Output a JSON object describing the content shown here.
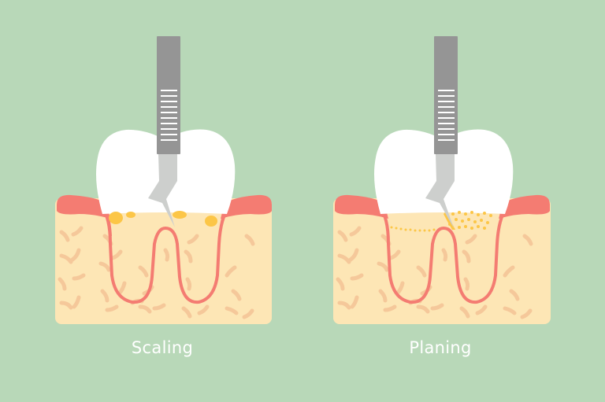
{
  "illustration": {
    "background_color": "#b8d8b8",
    "panels": [
      {
        "id": "scaling",
        "label": "Scaling",
        "colors": {
          "bone": "#fde6b5",
          "bone_dash": "#f5c89a",
          "gum": "#f47c72",
          "tooth": "#ffffff",
          "calculus": "#fcc647",
          "handle": "#959595",
          "tip": "#cdcfcd",
          "grip_lines": "#ffffff"
        }
      },
      {
        "id": "planing",
        "label": "Planing",
        "colors": {
          "bone": "#fde6b5",
          "bone_dash": "#f5c89a",
          "gum": "#f47c72",
          "tooth": "#ffffff",
          "debris": "#fcc647",
          "handle": "#959595",
          "tip": "#cdcfcd",
          "grip_lines": "#ffffff"
        }
      }
    ]
  }
}
